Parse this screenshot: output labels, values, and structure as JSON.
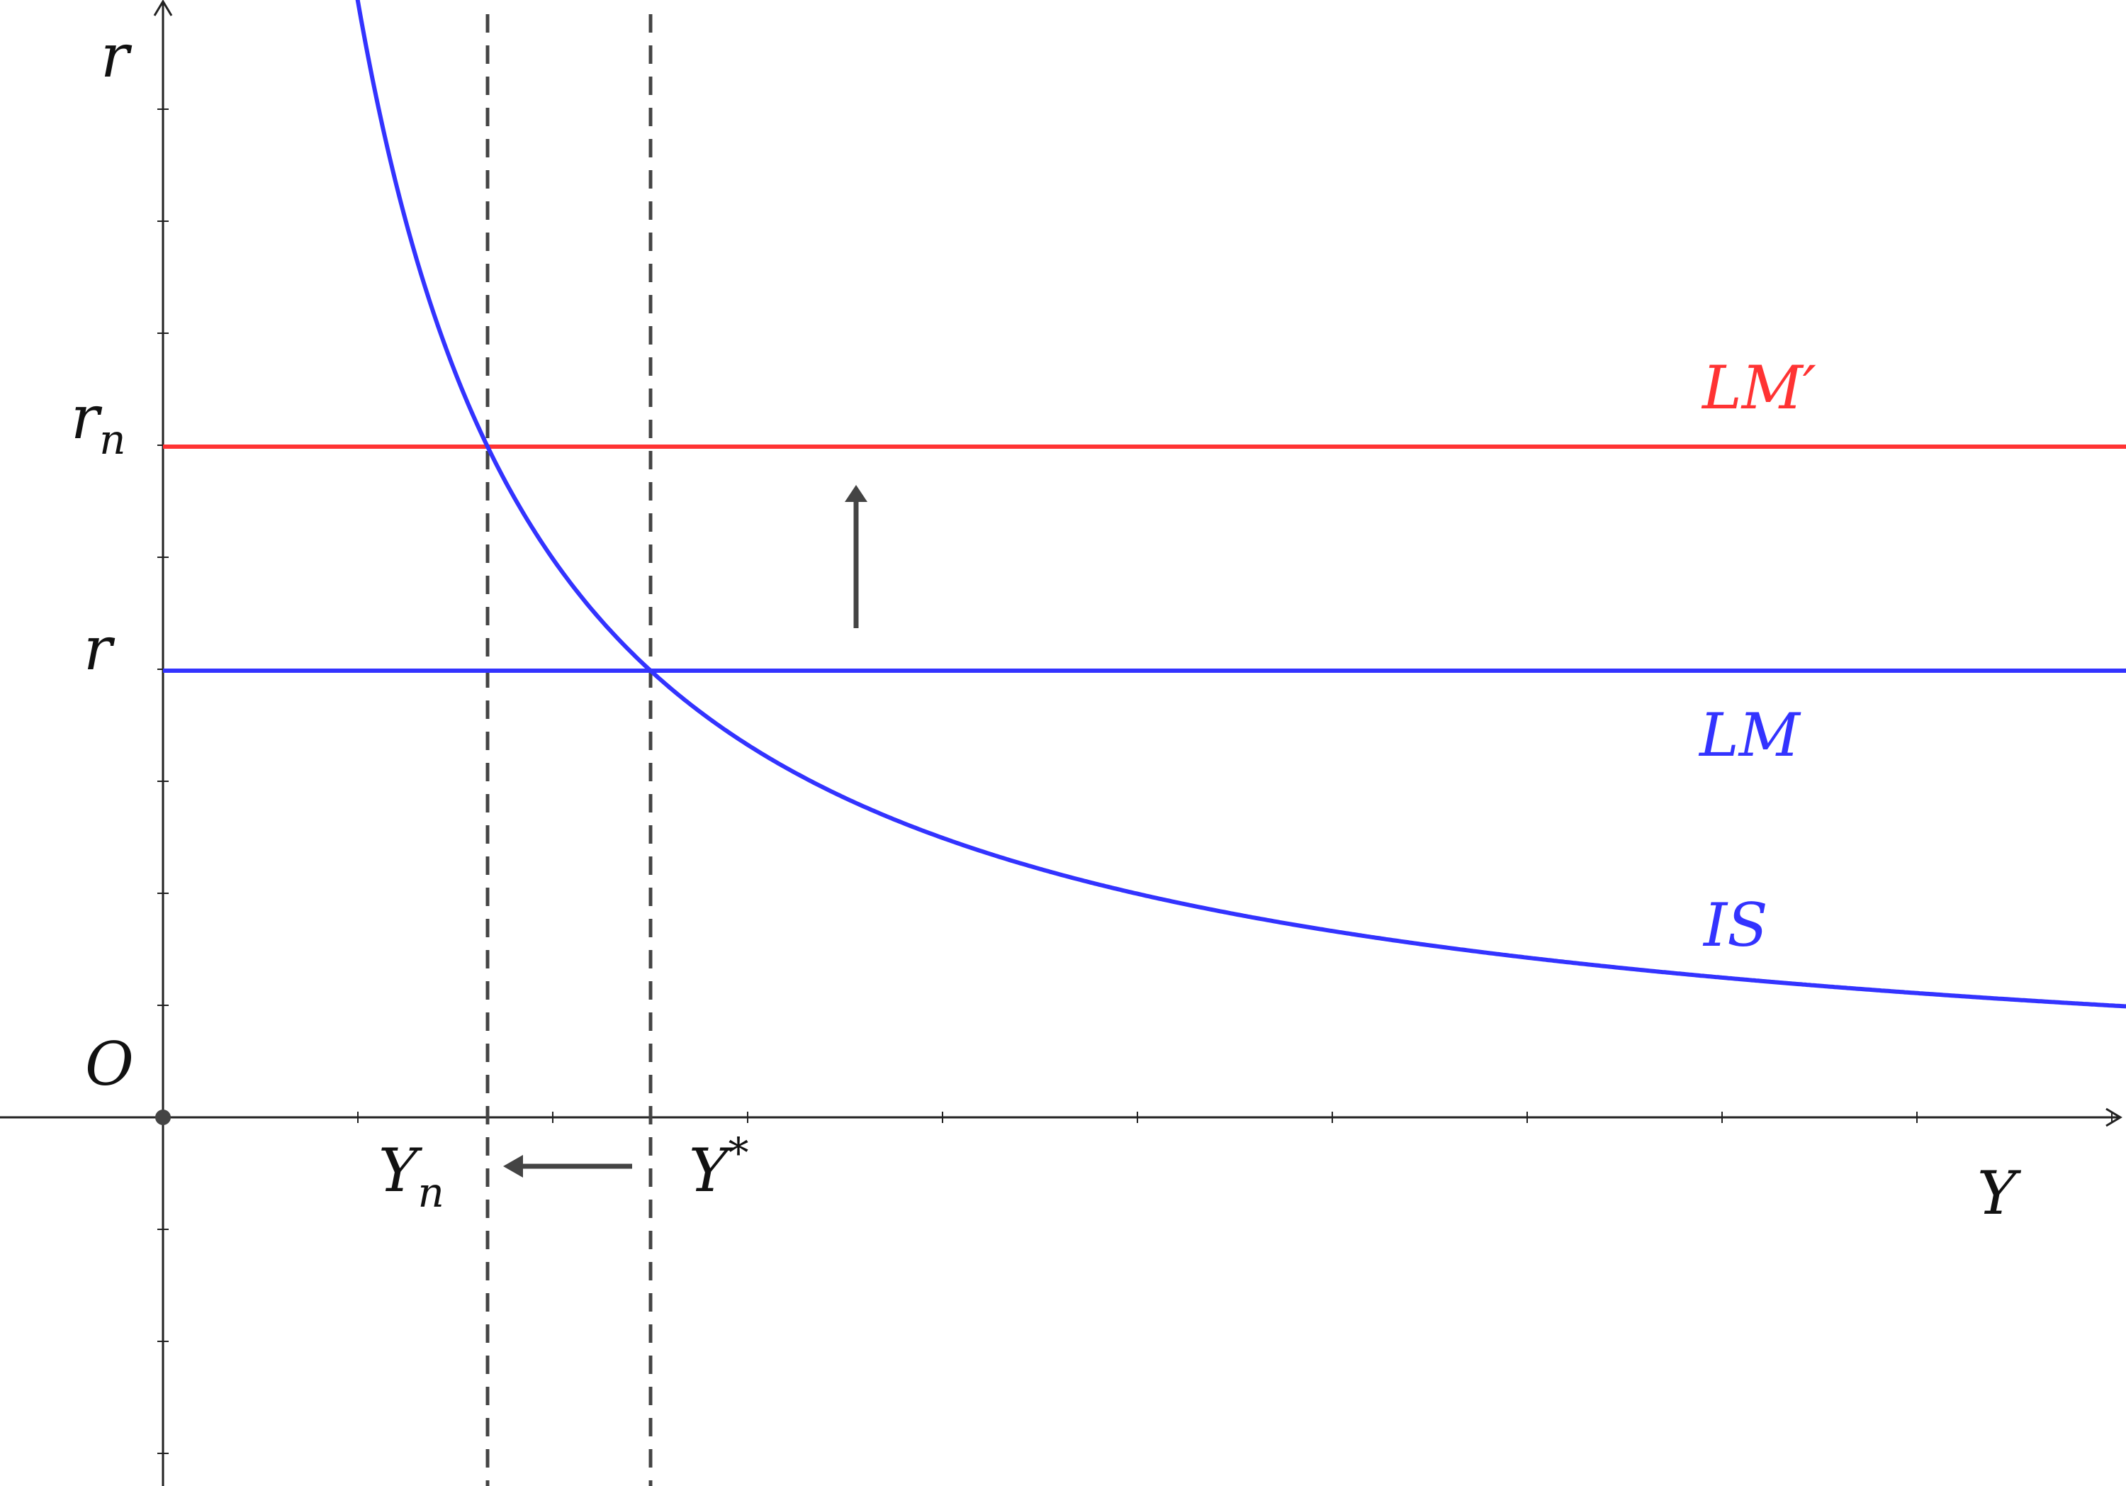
{
  "axes": {
    "x_label": "Y",
    "y_label": "r",
    "origin_label": "O"
  },
  "y_ticks": {
    "r_n": {
      "base": "r",
      "sub": "n"
    },
    "r": "r"
  },
  "x_ticks": {
    "Y_n": {
      "base": "Y",
      "sub": "n"
    },
    "Y_star": {
      "base": "Y",
      "sup": "*"
    }
  },
  "curves": {
    "LM_prime": {
      "label": "LM′",
      "color": "#ff3333"
    },
    "LM": {
      "label": "LM",
      "color": "#3333ff"
    },
    "IS": {
      "label": "IS",
      "color": "#3333ff"
    }
  },
  "colors": {
    "axis": "#222222",
    "guide": "#444444",
    "arrow": "#444444"
  }
}
